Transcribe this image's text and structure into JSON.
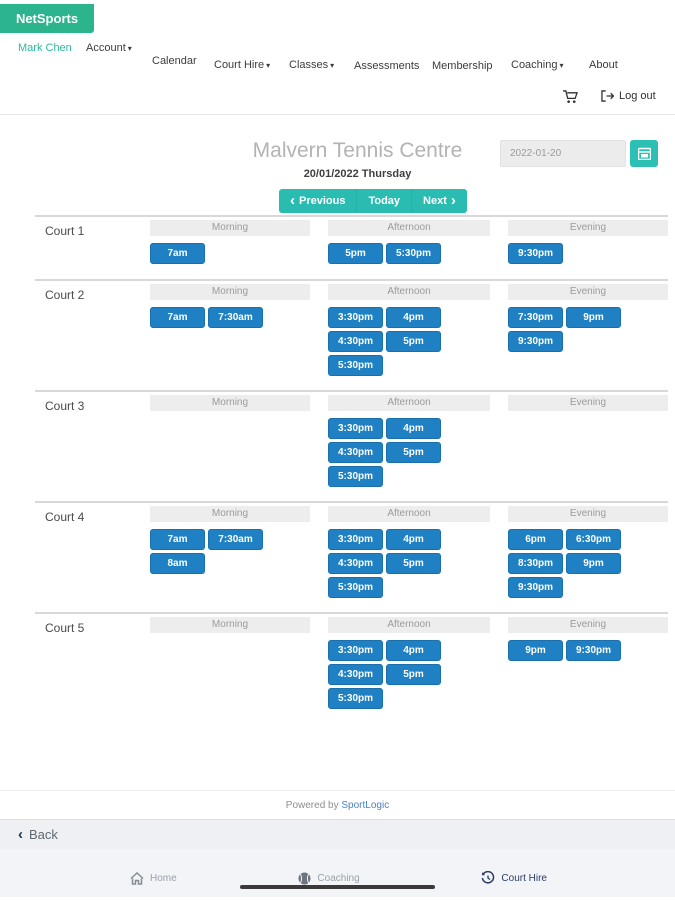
{
  "brand": {
    "logo_text": "NetSports"
  },
  "header": {
    "user_name": "Mark Chen",
    "account_label": "Account",
    "nav_items": [
      {
        "label": "Calendar",
        "dropdown": false
      },
      {
        "label": "Court Hire",
        "dropdown": true
      },
      {
        "label": "Classes",
        "dropdown": true
      },
      {
        "label": "Assessments",
        "dropdown": false
      },
      {
        "label": "Membership",
        "dropdown": false
      },
      {
        "label": "Coaching",
        "dropdown": true
      },
      {
        "label": "About",
        "dropdown": false
      }
    ],
    "logout_label": "Log out"
  },
  "booking": {
    "centre_title": "Malvern Tennis Centre",
    "date_heading": "20/01/2022 Thursday",
    "date_input_value": "2022-01-20",
    "previous_label": "Previous",
    "today_label": "Today",
    "next_label": "Next"
  },
  "schedule": {
    "period_headers": [
      "Morning",
      "Afternoon",
      "Evening"
    ],
    "courts": [
      {
        "name": "Court 1",
        "morning": [
          "7am"
        ],
        "afternoon": [
          "5pm",
          "5:30pm"
        ],
        "evening": [
          "9:30pm"
        ]
      },
      {
        "name": "Court 2",
        "morning": [
          "7am",
          "7:30am"
        ],
        "afternoon": [
          "3:30pm",
          "4pm",
          "4:30pm",
          "5pm",
          "5:30pm"
        ],
        "evening": [
          "7:30pm",
          "9pm",
          "9:30pm"
        ]
      },
      {
        "name": "Court 3",
        "morning": [],
        "afternoon": [
          "3:30pm",
          "4pm",
          "4:30pm",
          "5pm",
          "5:30pm"
        ],
        "evening": []
      },
      {
        "name": "Court 4",
        "morning": [
          "7am",
          "7:30am",
          "8am"
        ],
        "afternoon": [
          "3:30pm",
          "4pm",
          "4:30pm",
          "5pm",
          "5:30pm"
        ],
        "evening": [
          "6pm",
          "6:30pm",
          "8:30pm",
          "9pm",
          "9:30pm"
        ]
      },
      {
        "name": "Court 5",
        "morning": [],
        "afternoon": [
          "3:30pm",
          "4pm",
          "4:30pm",
          "5pm",
          "5:30pm"
        ],
        "evening": [
          "9pm",
          "9:30pm"
        ]
      }
    ]
  },
  "footer": {
    "powered_by_prefix": "Powered by",
    "powered_by_link": "SportLogic",
    "back_label": "Back",
    "bottom_nav": [
      {
        "label": "Home",
        "icon": "home-icon",
        "active": false
      },
      {
        "label": "Coaching",
        "icon": "tennis-ball-icon",
        "active": false
      },
      {
        "label": "Court Hire",
        "icon": "history-icon",
        "active": true
      }
    ]
  },
  "colors": {
    "brand_green": "#2cb48e",
    "teal": "#2bbcb1",
    "teal_dark": "#28ada3",
    "slot_blue": "#1f80c3",
    "slot_border": "#1a70ac",
    "link_blue": "#4a83c4",
    "active_navy": "#2c3c64"
  }
}
